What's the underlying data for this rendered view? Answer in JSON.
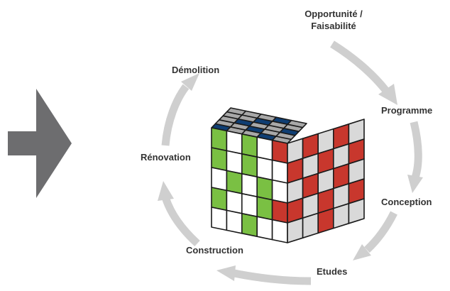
{
  "colors": {
    "arrow_gray": "#cfcfcf",
    "big_arrow": "#6d6d6f",
    "cube_green": "#7ac043",
    "cube_red": "#c8372d",
    "cube_blue": "#0f3e73",
    "cube_gray": "#a8a8a8",
    "cube_light": "#d9d9d9",
    "cube_white": "#ffffff",
    "outline": "#1a1a1a"
  },
  "cycle": {
    "labels": {
      "opportunite": "Opportunité /",
      "faisabilite": "Faisabilité",
      "programme": "Programme",
      "conception": "Conception",
      "etudes": "Etudes",
      "construction": "Construction",
      "renovation": "Rénovation",
      "demolition": "Démolition"
    }
  },
  "icons": {
    "big_arrow": "right-arrow-icon",
    "cube": "rubiks-cube-icon"
  }
}
